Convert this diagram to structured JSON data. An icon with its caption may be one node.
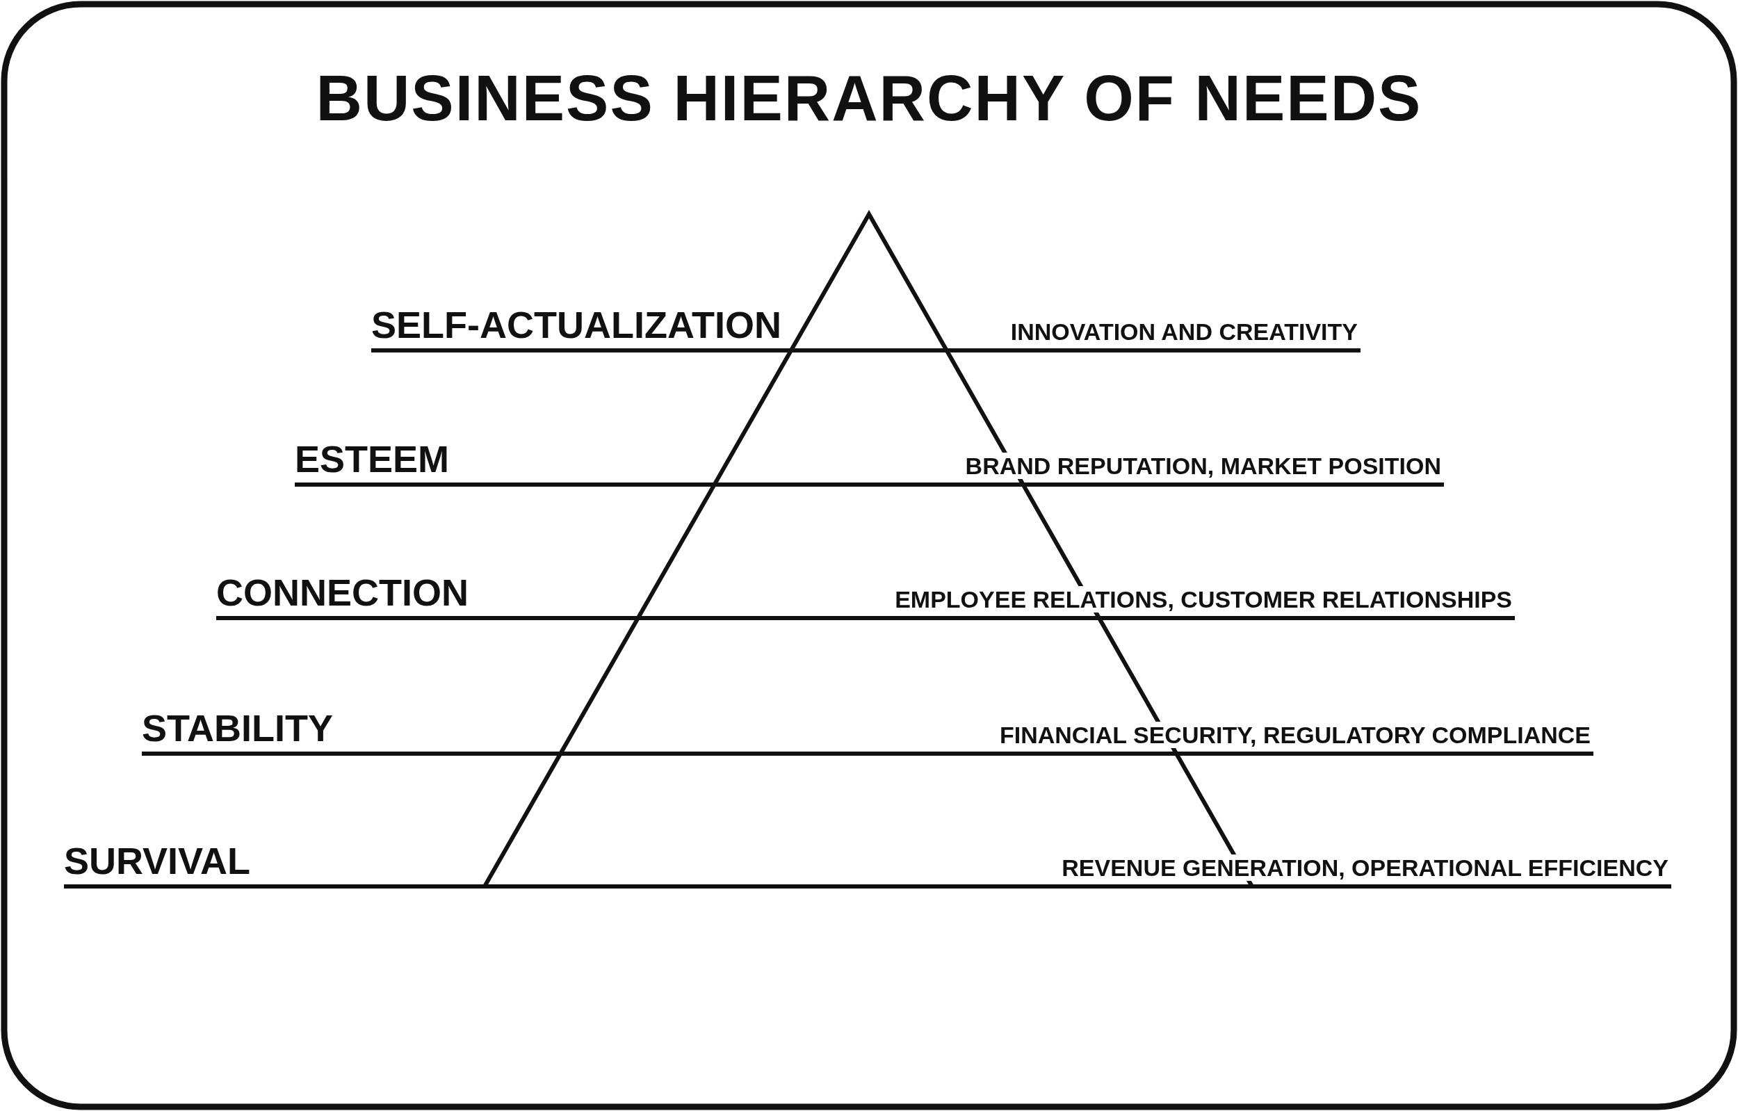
{
  "diagram": {
    "title": "BUSINESS HIERARCHY OF NEEDS",
    "labels": [
      "SELF-ACTUALIZATION",
      "INNOVATION AND CREATIVITY",
      "ESTEEM",
      "BRAND REPUTATION, MARKET POSITION",
      "CONNECTION",
      "EMPLOYEE RELATIONS, CUSTOMER RELATIONSHIPS",
      "STABILITY",
      "FINANCIAL SECURITY, REGULATORY COMPLIANCE",
      "SURVIVAL",
      "REVENUE GENERATION, OPERATIONAL EFFICIENCY"
    ]
  }
}
